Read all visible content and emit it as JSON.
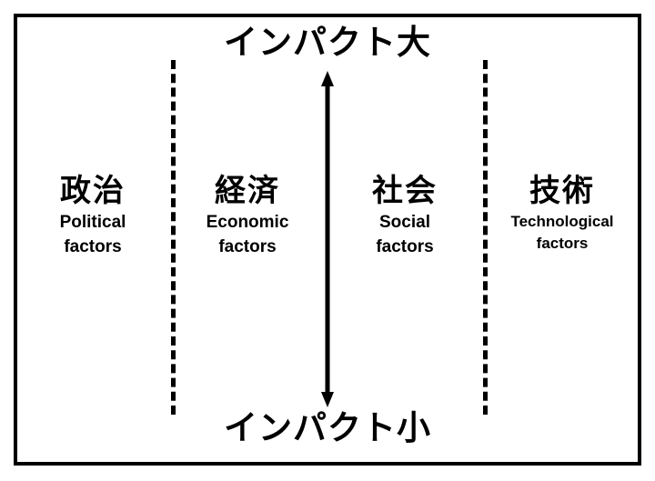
{
  "diagram": {
    "type": "pest-analysis-axis-diagram",
    "axis": {
      "top_label": "インパクト大",
      "bottom_label": "インパクト小",
      "arrow_icon": "double-headed-vertical-arrow-icon",
      "arrow_color": "#000000"
    },
    "frame": {
      "border_color": "#000000",
      "background_color": "#ffffff"
    },
    "divider": {
      "style": "dashed",
      "color": "#000000"
    },
    "columns": [
      {
        "jp": "政治",
        "en_line1": "Political",
        "en_line2": "factors"
      },
      {
        "jp": "経済",
        "en_line1": "Economic",
        "en_line2": "factors"
      },
      {
        "jp": "社会",
        "en_line1": "Social",
        "en_line2": "factors"
      },
      {
        "jp": "技術",
        "en_line1": "Technological",
        "en_line2": "factors"
      }
    ]
  }
}
